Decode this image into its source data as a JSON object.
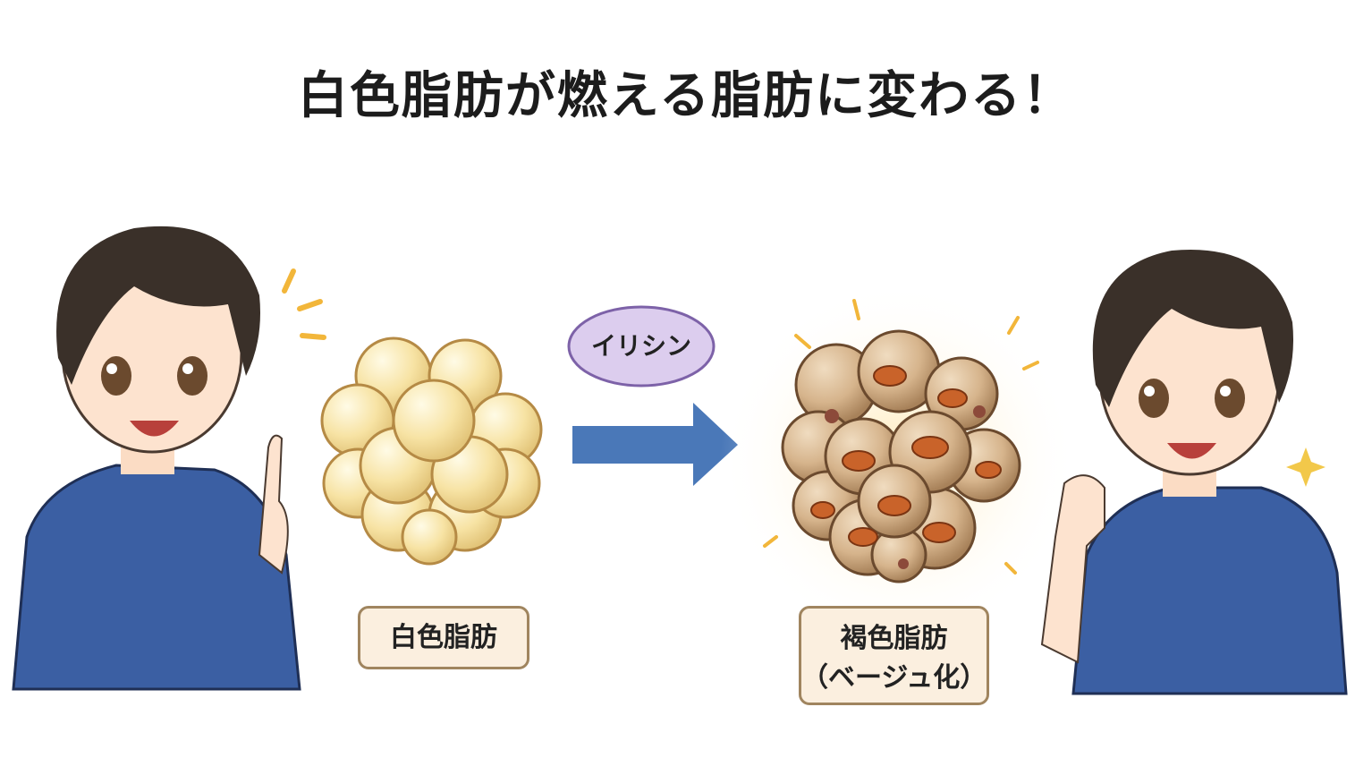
{
  "title": "白色脂肪が燃える脂肪に変わる！",
  "stimulus_label": "イリシン",
  "white_fat": {
    "label": "白色脂肪"
  },
  "brown_fat": {
    "label": "褐色脂肪",
    "sublabel": "（ベージュ化）"
  },
  "colors": {
    "arrow": "#4a78b8",
    "white_fat_cell": "#f7e3a4",
    "brown_fat_cell": "#d6b48c",
    "mitochondria": "#c9632a",
    "irisin_bubble": "#dccdee",
    "shirt": "#3b5fa3"
  }
}
